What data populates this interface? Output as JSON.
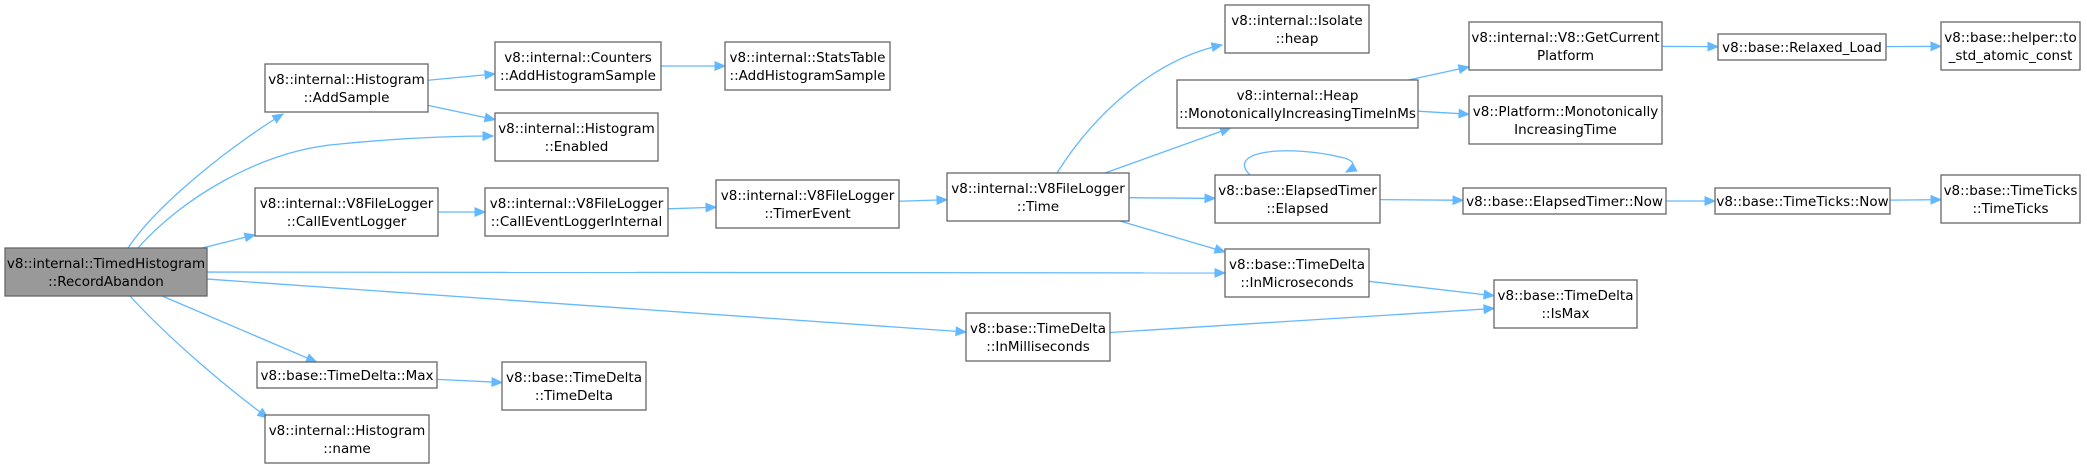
{
  "diagram": {
    "type": "call-graph",
    "colors": {
      "edge": "#63b8ff",
      "root_fill": "#999999",
      "node_border": "#666666",
      "node_fill": "#ffffff"
    },
    "nodes": [
      {
        "id": "root",
        "lines": [
          "v8::internal::TimedHistogram",
          "::RecordAbandon"
        ],
        "root": true
      },
      {
        "id": "hist_addsample",
        "lines": [
          "v8::internal::Histogram",
          "::AddSample"
        ]
      },
      {
        "id": "counters_addhist",
        "lines": [
          "v8::internal::Counters",
          "::AddHistogramSample"
        ]
      },
      {
        "id": "statstable_addhist",
        "lines": [
          "v8::internal::StatsTable",
          "::AddHistogramSample"
        ]
      },
      {
        "id": "hist_enabled",
        "lines": [
          "v8::internal::Histogram",
          "::Enabled"
        ]
      },
      {
        "id": "v8fl_calleventlogger",
        "lines": [
          "v8::internal::V8FileLogger",
          "::CallEventLogger"
        ]
      },
      {
        "id": "v8fl_calleventloggerinternal",
        "lines": [
          "v8::internal::V8FileLogger",
          "::CallEventLoggerInternal"
        ]
      },
      {
        "id": "v8fl_timerevent",
        "lines": [
          "v8::internal::V8FileLogger",
          "::TimerEvent"
        ]
      },
      {
        "id": "v8fl_time",
        "lines": [
          "v8::internal::V8FileLogger",
          "::Time"
        ]
      },
      {
        "id": "isolate_heap",
        "lines": [
          "v8::internal::Isolate",
          "::heap"
        ]
      },
      {
        "id": "heap_monotonic",
        "lines": [
          "v8::internal::Heap",
          "::MonotonicallyIncreasingTimeInMs"
        ]
      },
      {
        "id": "v8_getcurrentplatform",
        "lines": [
          "v8::internal::V8::GetCurrent",
          "Platform"
        ]
      },
      {
        "id": "relaxed_load",
        "lines": [
          "v8::base::Relaxed_Load"
        ]
      },
      {
        "id": "helper_atomic",
        "lines": [
          "v8::base::helper::to",
          "_std_atomic_const"
        ]
      },
      {
        "id": "platform_monotonic",
        "lines": [
          "v8::Platform::Monotonically",
          "IncreasingTime"
        ]
      },
      {
        "id": "elapsedtimer_elapsed",
        "lines": [
          "v8::base::ElapsedTimer",
          "::Elapsed"
        ]
      },
      {
        "id": "elapsedtimer_now",
        "lines": [
          "v8::base::ElapsedTimer::Now"
        ]
      },
      {
        "id": "timeticks_now",
        "lines": [
          "v8::base::TimeTicks::Now"
        ]
      },
      {
        "id": "timeticks_timeticks",
        "lines": [
          "v8::base::TimeTicks",
          "::TimeTicks"
        ]
      },
      {
        "id": "timedelta_inmicro",
        "lines": [
          "v8::base::TimeDelta",
          "::InMicroseconds"
        ]
      },
      {
        "id": "timedelta_ismax",
        "lines": [
          "v8::base::TimeDelta",
          "::IsMax"
        ]
      },
      {
        "id": "timedelta_inmilli",
        "lines": [
          "v8::base::TimeDelta",
          "::InMilliseconds"
        ]
      },
      {
        "id": "timedelta_max",
        "lines": [
          "v8::base::TimeDelta::Max"
        ]
      },
      {
        "id": "timedelta_timedelta",
        "lines": [
          "v8::base::TimeDelta",
          "::TimeDelta"
        ]
      },
      {
        "id": "hist_name",
        "lines": [
          "v8::internal::Histogram",
          "::name"
        ]
      }
    ],
    "edges": [
      {
        "from": "root",
        "to": "hist_addsample"
      },
      {
        "from": "root",
        "to": "hist_enabled"
      },
      {
        "from": "root",
        "to": "v8fl_calleventlogger"
      },
      {
        "from": "root",
        "to": "timedelta_inmicro"
      },
      {
        "from": "root",
        "to": "timedelta_inmilli"
      },
      {
        "from": "root",
        "to": "timedelta_max"
      },
      {
        "from": "root",
        "to": "hist_name"
      },
      {
        "from": "hist_addsample",
        "to": "counters_addhist"
      },
      {
        "from": "hist_addsample",
        "to": "hist_enabled"
      },
      {
        "from": "counters_addhist",
        "to": "statstable_addhist"
      },
      {
        "from": "v8fl_calleventlogger",
        "to": "v8fl_calleventloggerinternal"
      },
      {
        "from": "v8fl_calleventloggerinternal",
        "to": "v8fl_timerevent"
      },
      {
        "from": "v8fl_timerevent",
        "to": "v8fl_time"
      },
      {
        "from": "v8fl_time",
        "to": "isolate_heap"
      },
      {
        "from": "v8fl_time",
        "to": "heap_monotonic"
      },
      {
        "from": "v8fl_time",
        "to": "elapsedtimer_elapsed"
      },
      {
        "from": "v8fl_time",
        "to": "timedelta_inmicro"
      },
      {
        "from": "heap_monotonic",
        "to": "v8_getcurrentplatform"
      },
      {
        "from": "heap_monotonic",
        "to": "platform_monotonic"
      },
      {
        "from": "v8_getcurrentplatform",
        "to": "relaxed_load"
      },
      {
        "from": "relaxed_load",
        "to": "helper_atomic"
      },
      {
        "from": "elapsedtimer_elapsed",
        "to": "elapsedtimer_elapsed"
      },
      {
        "from": "elapsedtimer_elapsed",
        "to": "elapsedtimer_now"
      },
      {
        "from": "elapsedtimer_now",
        "to": "timeticks_now"
      },
      {
        "from": "timeticks_now",
        "to": "timeticks_timeticks"
      },
      {
        "from": "timedelta_inmicro",
        "to": "timedelta_ismax"
      },
      {
        "from": "timedelta_inmilli",
        "to": "timedelta_ismax"
      },
      {
        "from": "timedelta_max",
        "to": "timedelta_timedelta"
      }
    ]
  }
}
